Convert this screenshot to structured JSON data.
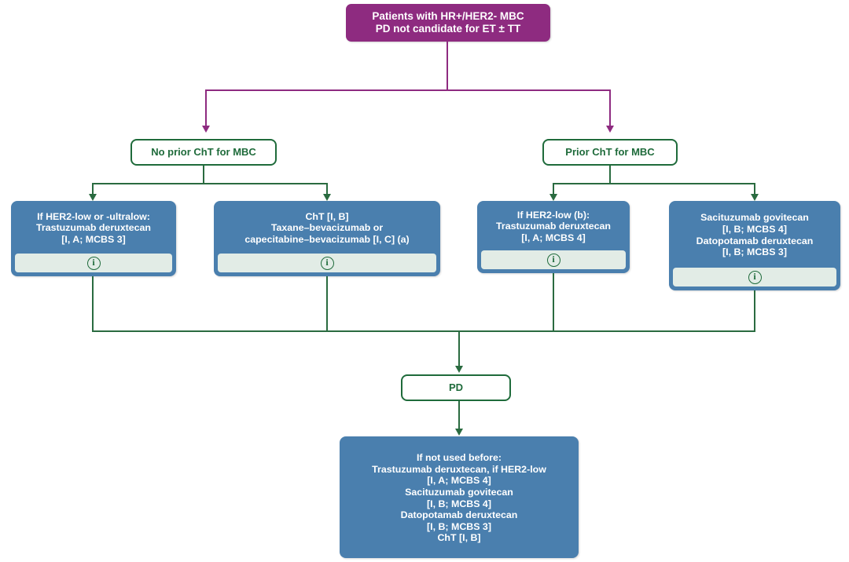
{
  "diagram": {
    "title": "HR+/HER2- MBC treatment algorithm",
    "colors": {
      "root": "#8e2b80",
      "decision_border": "#1f6b3b",
      "decision_text": "#1f6b3b",
      "treatment": "#4a7fae",
      "treatment_text": "#ffffff",
      "connector_green": "#2a6b40",
      "connector_purple": "#8e2b80",
      "info_bar": "#e2ece6"
    },
    "root": {
      "id": "root-patients",
      "lines": [
        "Patients with HR+/HER2- MBC",
        "PD not candidate for ET ± TT"
      ]
    },
    "decisions": [
      {
        "id": "no-prior-cht",
        "label": "No prior ChT for MBC"
      },
      {
        "id": "prior-cht",
        "label": "Prior ChT for MBC"
      }
    ],
    "treatments": [
      {
        "id": "trastuzumab-deruxtecan-her2-low-ultralow",
        "lines": [
          "If HER2-low or -ultralow:",
          "Trastuzumab deruxtecan",
          "[I, A; MCBS 3]"
        ],
        "info_icon": "info-icon"
      },
      {
        "id": "cht-taxane-capecitabine-bevacizumab",
        "lines": [
          "ChT [I, B]",
          "Taxane–bevacizumab or",
          "capecitabine–bevacizumab [I, C] (a)"
        ],
        "info_icon": "info-icon"
      },
      {
        "id": "trastuzumab-deruxtecan-her2-low-b",
        "lines": [
          "If HER2-low (b):",
          "Trastuzumab deruxtecan",
          "[I, A; MCBS 4]"
        ],
        "info_icon": "info-icon"
      },
      {
        "id": "sacituzumab-datopotamab",
        "lines": [
          "Sacituzumab govitecan",
          "[I, B; MCBS 4]",
          "Datopotamab deruxtecan",
          "[I, B; MCBS 3]"
        ],
        "info_icon": "info-icon"
      }
    ],
    "progression": {
      "id": "pd",
      "label": "PD"
    },
    "salvage": {
      "id": "if-not-used-before",
      "lines": [
        "If not used before:",
        "Trastuzumab deruxtecan, if HER2-low",
        "[I, A; MCBS 4]",
        "Sacituzumab govitecan",
        "[I, B; MCBS 4]",
        "Datopotamab deruxtecan",
        "[I, B; MCBS 3]",
        "ChT [I, B]"
      ]
    }
  }
}
